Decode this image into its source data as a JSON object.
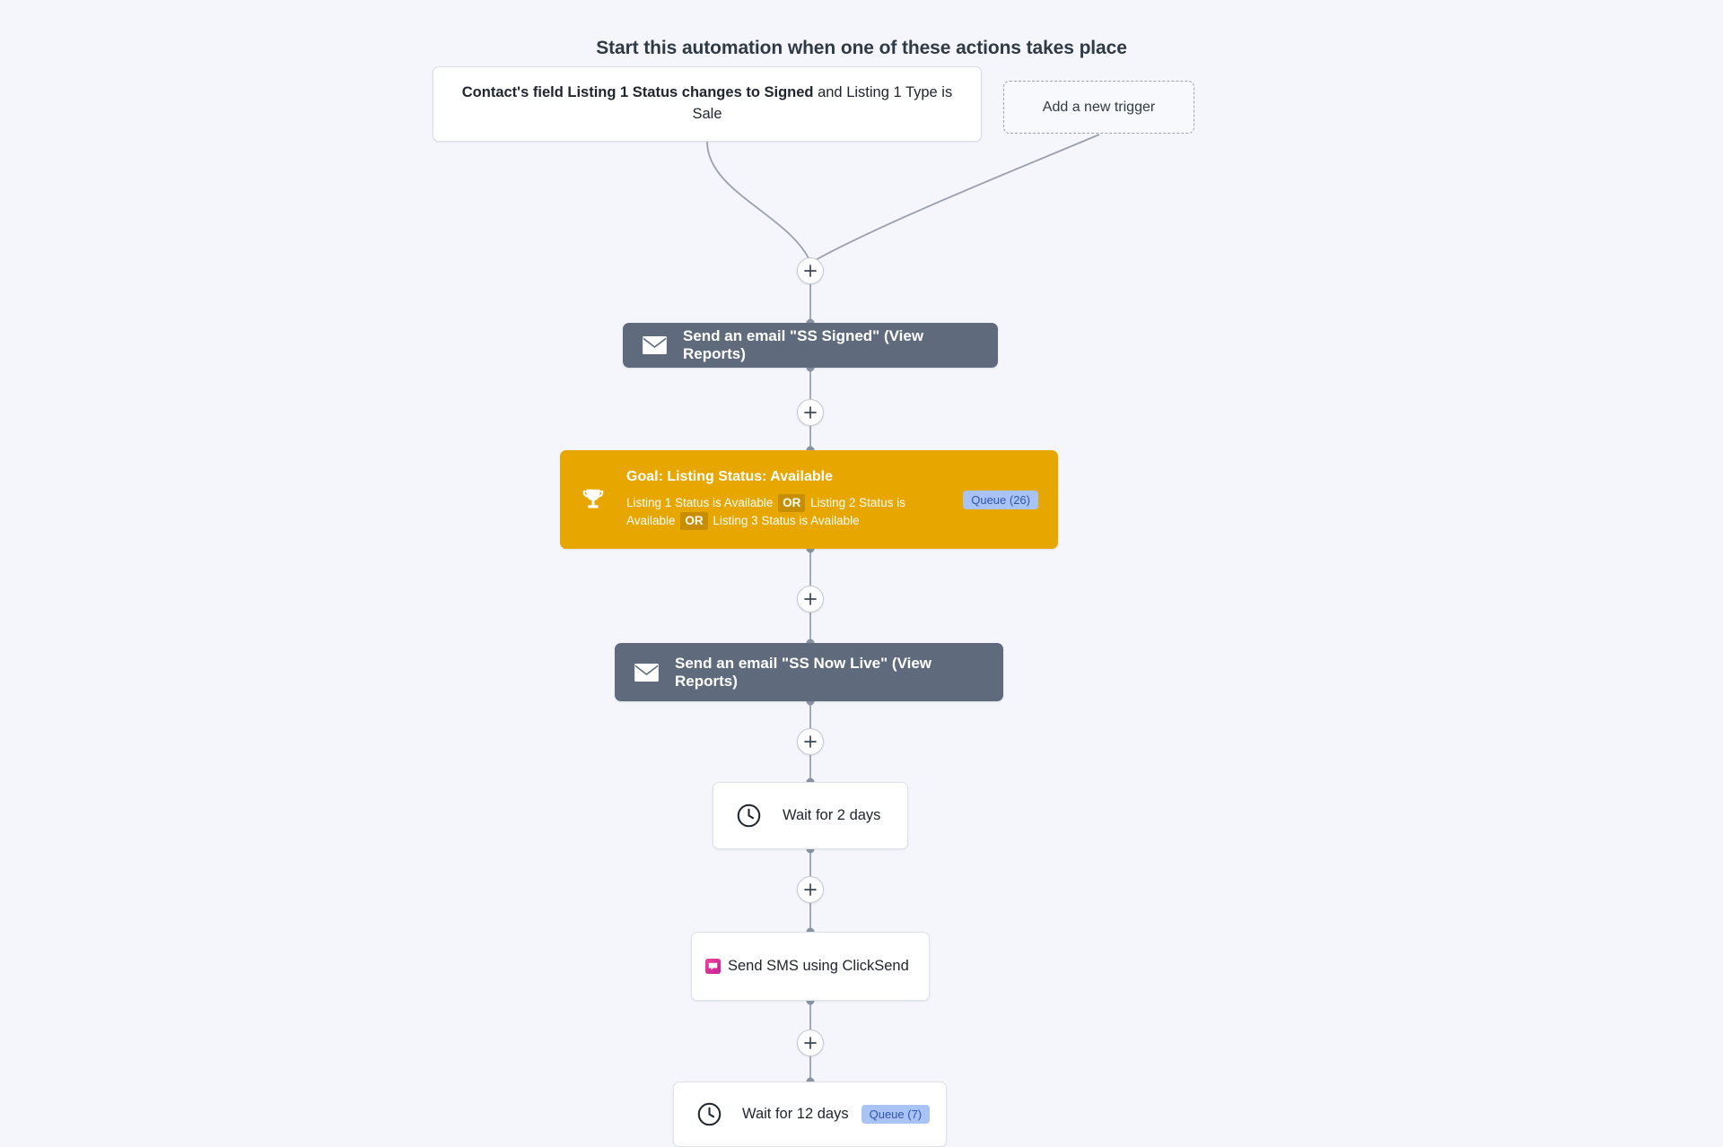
{
  "page": {
    "background_color": "#f4f6fb",
    "heading": "Start this automation when one of these actions takes place"
  },
  "triggers": {
    "primary": {
      "bold_text": "Contact's field Listing 1 Status changes to Signed",
      "regular_text": " and Listing 1 Type is Sale"
    },
    "add_trigger_label": "Add a new trigger"
  },
  "connectors": {
    "plus_label": "+"
  },
  "steps": [
    {
      "type": "email",
      "icon": "envelope-icon",
      "label": "Send an email \"SS Signed\" (View Reports)",
      "color": "#5f6b7c"
    },
    {
      "type": "goal",
      "icon": "trophy-icon",
      "title": "Goal: Listing Status: Available",
      "condition_parts": [
        {
          "kind": "text",
          "value": "Listing 1 Status is Available"
        },
        {
          "kind": "chip",
          "value": "OR"
        },
        {
          "kind": "text",
          "value": "Listing 2 Status is Available"
        },
        {
          "kind": "chip",
          "value": "OR"
        },
        {
          "kind": "text",
          "value": "Listing 3 Status is Available"
        }
      ],
      "badge": "Queue (26)",
      "color": "#e8a600",
      "badge_bg": "#a9c3f5",
      "badge_fg": "#3155a8"
    },
    {
      "type": "email",
      "icon": "envelope-icon",
      "label": "Send an email \"SS Now Live\" (View Reports)",
      "color": "#5f6b7c"
    },
    {
      "type": "wait",
      "icon": "clock-icon",
      "label": "Wait for 2 days",
      "color": "#ffffff"
    },
    {
      "type": "sms",
      "icon": "clicksend-icon",
      "label": "Send SMS using ClickSend",
      "color": "#ffffff",
      "icon_color": "#e6298a"
    },
    {
      "type": "wait",
      "icon": "clock-icon",
      "label": "Wait for 12 days",
      "badge": "Queue (7)",
      "color": "#ffffff",
      "badge_bg": "#a9c3f5",
      "badge_fg": "#3155a8"
    }
  ]
}
